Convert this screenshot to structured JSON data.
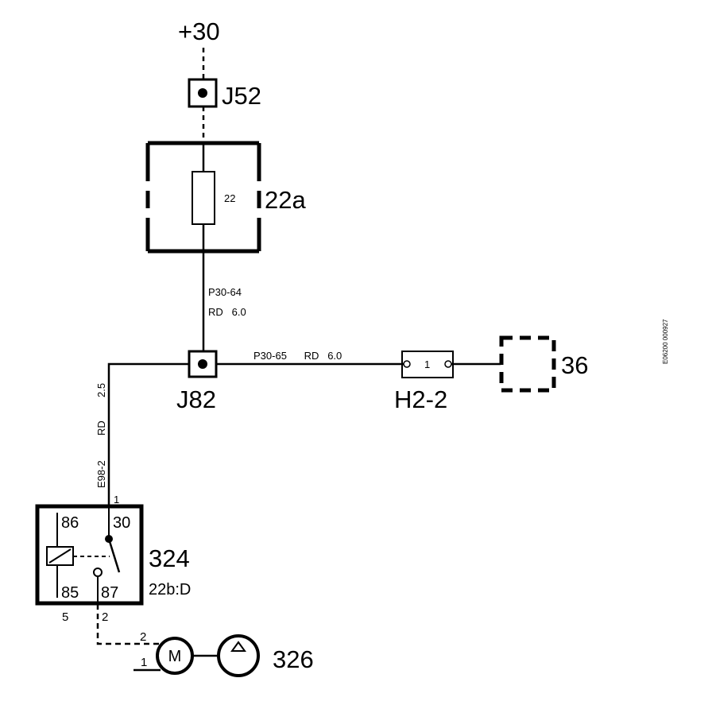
{
  "labels": {
    "supply": "+30",
    "junction_top": "J52",
    "fuse_box": "22a",
    "fuse_number": "22",
    "wire_top_1": "P30-64",
    "wire_top_2": "RD   6.0",
    "junction_main": "J82",
    "wire_right": "P30-65      RD   6.0",
    "connector_pin": "1",
    "connector": "H2-2",
    "component_36": "36",
    "wire_left_size": "2.5",
    "wire_left_color": "RD",
    "wire_left_id": "E98-2",
    "relay_pin_top": "1",
    "relay_86": "86",
    "relay_30": "30",
    "relay_85": "85",
    "relay_87": "87",
    "relay_id": "324",
    "relay_fuse": "22b:D",
    "relay_out_5": "5",
    "relay_out_2": "2",
    "motor_pin_2": "2",
    "motor_pin_1": "1",
    "motor": "M",
    "pump": "326",
    "side_code": "E06200 000927"
  },
  "colors": {
    "ink": "#000000",
    "background": "#ffffff"
  }
}
